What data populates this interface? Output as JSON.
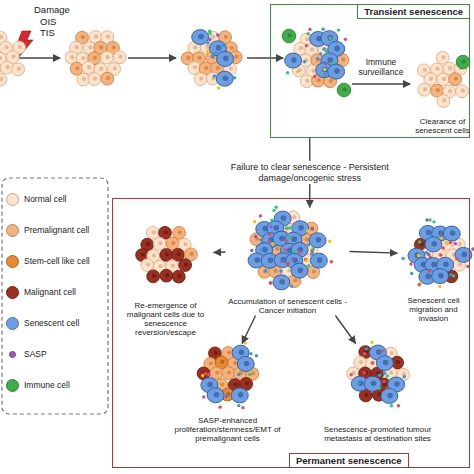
{
  "diagram": {
    "nodes": [
      {
        "text": [
          "Transient senescence"
        ]
      },
      {
        "text": [
          "Clearance of senescent cells"
        ],
        "in": 0
      },
      {
        "text": [
          "Permanent senescence"
        ]
      },
      {
        "text": [
          "Accumulation of senescent cells - Cancer initiation"
        ],
        "in": 2
      },
      {
        "text": [
          "Re-emergence of malignant cells due to senescence reversion/escape"
        ],
        "in": 2
      },
      {
        "text": [
          "Senescent cell migration and invasion"
        ],
        "in": 2
      },
      {
        "text": [
          "SASP-enhanced proliferation/stemness/EMT of premalignant cells"
        ],
        "in": 2
      },
      {
        "text": [
          "Senescence-promoted tumour metastasis at destination sites"
        ],
        "in": 2
      }
    ],
    "edges": [
      {
        "from": 0,
        "to": 3,
        "label": "Failure to clear senescence - Persistent damage/oncogenic stress",
        "arrow": "to"
      },
      {
        "from": 3,
        "to": 4,
        "arrow": "to"
      },
      {
        "from": 3,
        "to": 5,
        "arrow": "to"
      },
      {
        "from": 3,
        "to": 6,
        "arrow": "to"
      },
      {
        "from": 3,
        "to": 7,
        "arrow": "to"
      }
    ],
    "labels": [
      "Damage",
      "OIS",
      "TIS",
      "Immune surveillance"
    ],
    "legend": [
      {
        "text": "Normal cell",
        "color": "#fde3cc"
      },
      {
        "text": "Premalignant cell",
        "color": "#f6b27a"
      },
      {
        "text": "Stem-cell like cell",
        "color": "#e8892e"
      },
      {
        "text": "Malignant cell",
        "color": "#9c2f20"
      },
      {
        "text": "Senescent cell",
        "color": "#6d9ee3"
      },
      {
        "text": "SASP",
        "color": "#9b59b6"
      },
      {
        "text": "Immune cell",
        "color": "#3fae49"
      }
    ]
  }
}
